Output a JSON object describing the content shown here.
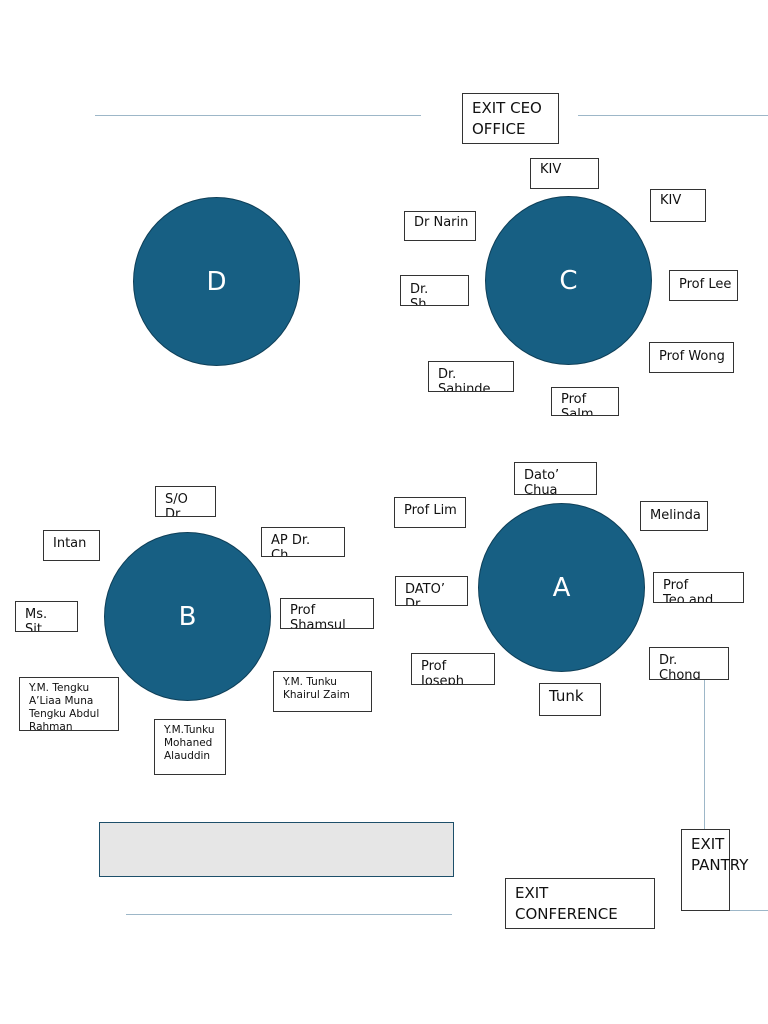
{
  "tables": {
    "a": "A",
    "b": "B",
    "c": "C",
    "d": "D"
  },
  "exits": {
    "ceo_office": "EXIT CEO\nOFFICE",
    "pantry": "EXIT\nPANTRY",
    "conference": "EXIT\nCONFERENCE"
  },
  "table_c_seats": [
    "KIV",
    "KIV",
    "Dr Narin",
    "Dr.\nSh",
    "Prof Lee",
    "Dr.\nSahinde",
    "Prof Wong",
    "Prof\nSalm"
  ],
  "table_a_seats": [
    "Dato’\nChua",
    "Prof Lim",
    "Melinda",
    "DATO’\nDr",
    "Prof\nTeo and",
    "Prof\nJoseph",
    "Dr.\nChong",
    "Tunk"
  ],
  "table_b_seats": [
    "S/O\nDr",
    "Intan",
    "AP Dr.\nCh",
    "Ms.\nSit",
    "Prof\nShamsul",
    "Y.M. Tengku\nA’Liaa Muna\nTengku Abdul\nRahman",
    "Y.M. Tunku\nKhairul Zaim",
    "Y.M.Tunku\nMohaned\nAlauddin"
  ],
  "colors": {
    "table_fill": "#175f83",
    "line": "#9db7c8",
    "stage_fill": "#e6e6e6"
  }
}
